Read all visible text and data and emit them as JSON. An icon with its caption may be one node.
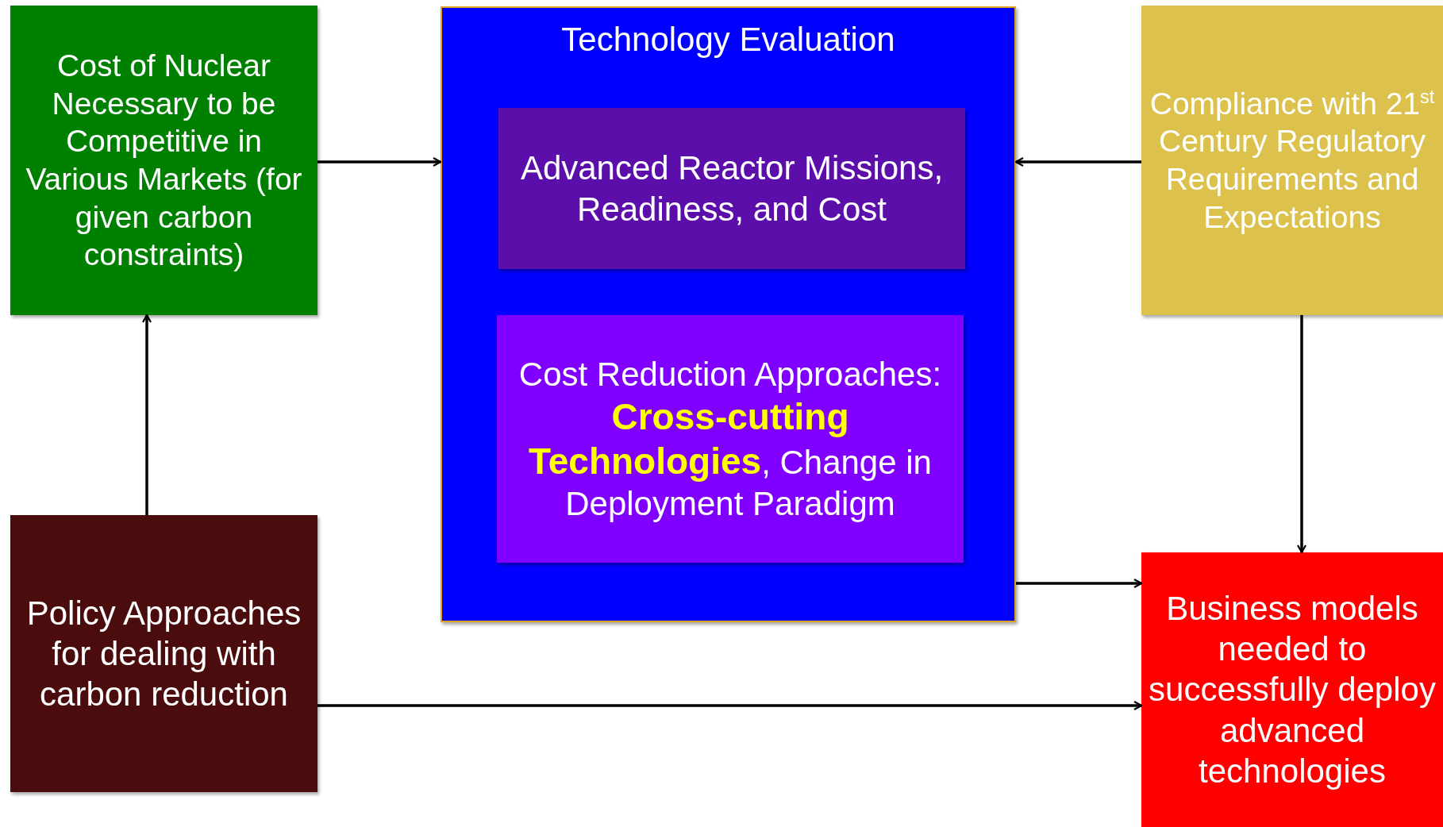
{
  "diagram": {
    "nodes": [
      {
        "text": [
          "Cost of Nuclear Necessary to be Competitive in Various Markets (for given carbon constraints)"
        ]
      },
      {
        "text": [
          "Technology Evaluation"
        ]
      },
      {
        "text": [
          "Advanced Reactor Missions, Readiness, and Cost"
        ],
        "in": 1
      },
      {
        "text": [
          "Cost Reduction Approaches: **Cross-cutting Technologies**, Change in Deployment Paradigm"
        ],
        "in": 1
      },
      {
        "text": [
          "Compliance with 21$^{st}$ Century Regulatory Requirements and Expectations"
        ]
      },
      {
        "text": [
          "Policy Approaches for dealing with carbon reduction"
        ]
      },
      {
        "text": [
          "Business models needed to successfully deploy advanced technologies"
        ]
      }
    ],
    "edges": [
      {
        "from": 0,
        "to": 1,
        "arrow": "to"
      },
      {
        "from": 4,
        "to": 1,
        "arrow": "to"
      },
      {
        "from": 5,
        "to": 0,
        "arrow": "to"
      },
      {
        "from": 4,
        "to": 6,
        "arrow": "to"
      },
      {
        "from": 1,
        "to": 6,
        "arrow": "to"
      },
      {
        "from": 5,
        "to": 6,
        "arrow": "to"
      }
    ]
  }
}
